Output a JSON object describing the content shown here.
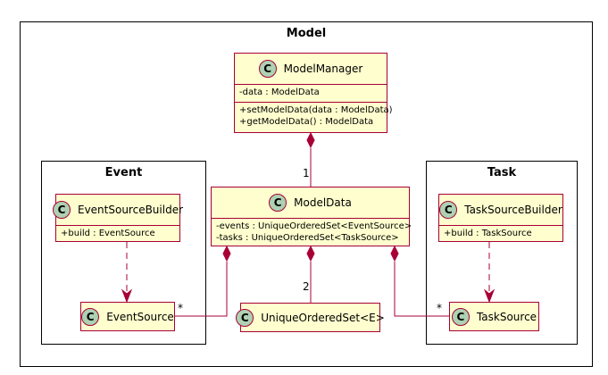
{
  "packages": {
    "model": {
      "title": "Model"
    },
    "event": {
      "title": "Event"
    },
    "task": {
      "title": "Task"
    }
  },
  "class_icon_letter": "C",
  "classes": {
    "model_manager": {
      "name": "ModelManager",
      "fields": [
        "-data : ModelData"
      ],
      "methods": [
        "+setModelData(data : ModelData)",
        "+getModelData() : ModelData"
      ]
    },
    "model_data": {
      "name": "ModelData",
      "fields": [
        "-events : UniqueOrderedSet<EventSource>",
        "-tasks : UniqueOrderedSet<TaskSource>"
      ]
    },
    "event_source_builder": {
      "name": "EventSourceBuilder",
      "methods": [
        "+build : EventSource"
      ]
    },
    "event_source": {
      "name": "EventSource"
    },
    "unique_ordered_set": {
      "name": "UniqueOrderedSet<E>"
    },
    "task_source_builder": {
      "name": "TaskSourceBuilder",
      "methods": [
        "+build : TaskSource"
      ]
    },
    "task_source": {
      "name": "TaskSource"
    }
  },
  "multiplicities": {
    "manager_to_data": "1",
    "data_to_set": "2",
    "data_to_events": "*",
    "data_to_tasks": "*"
  },
  "colors": {
    "class_fill": "#FEFECE",
    "class_border": "#A80036",
    "class_icon": "#ADD1B2",
    "link": "#A80036"
  }
}
